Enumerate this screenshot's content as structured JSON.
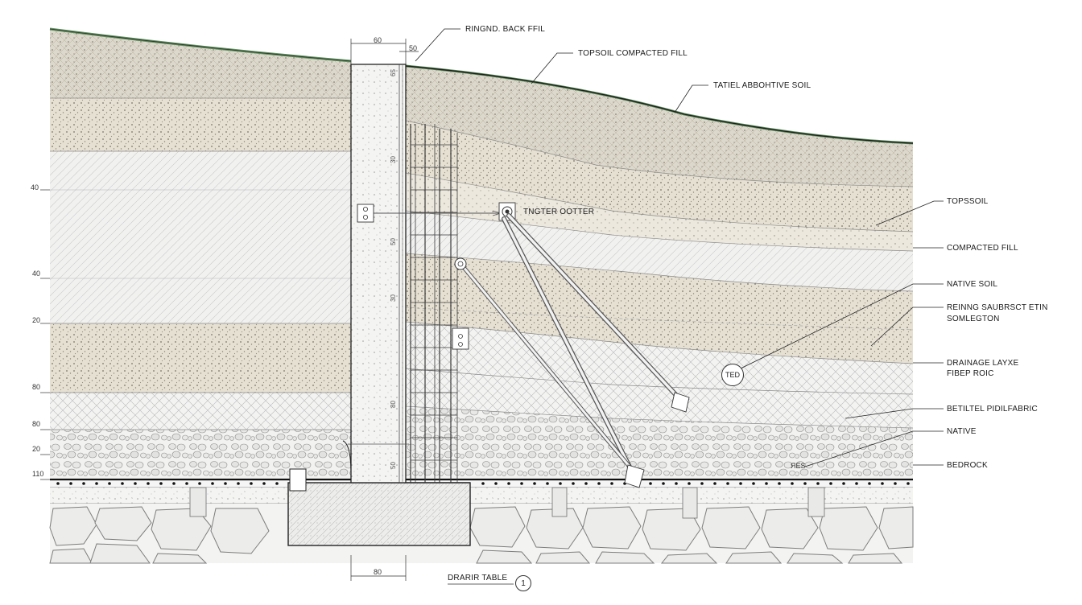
{
  "top_callouts": {
    "backfill": "RINGND. BACK FFIL",
    "topsoil_compacted": "TOPSOIL COMPACTED FILL",
    "native_soil": "TATIEL ABBOHTIVE SOIL"
  },
  "side_labels": [
    "TOPSSOIL",
    "COMPACTED FILL",
    "NATIVE SOIL",
    "REINNG SAUBRSCT ETIN",
    "SOMLEGTON",
    "DRAINAGE LAYXE",
    "FIBEP ROIC",
    "BETILTEL PIDILFABRIC",
    "NATIVE",
    "BEDROCK"
  ],
  "inner_labels": {
    "tieback": "TNGTER OOTTER",
    "tag_circle": "TED",
    "tag_small": "ЯЕS"
  },
  "left_levels": [
    "40",
    "40",
    "20",
    "80",
    "80",
    "20",
    "110"
  ],
  "top_dims": {
    "wall_width": "60",
    "cap": "50"
  },
  "bottom_dim": "80",
  "wall_marks": [
    "65",
    "30",
    "50",
    "30",
    "80",
    "50"
  ],
  "title_block": {
    "title": "DRARIR TABLE",
    "number": "1"
  }
}
